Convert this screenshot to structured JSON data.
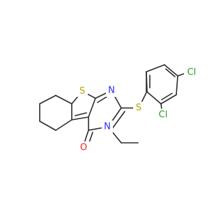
{
  "colors": {
    "S": "#b8a400",
    "N": "#2a2aff",
    "O": "#ff1b1b",
    "Cl": "#1f9f1f",
    "bond": "#2b2b2b"
  },
  "atoms": {
    "s_thiophene": "S",
    "n_top": "N",
    "n_ethyl": "N",
    "o_carbonyl": "O",
    "s_thioether": "S",
    "cl_para": "Cl",
    "cl_ortho": "Cl"
  }
}
